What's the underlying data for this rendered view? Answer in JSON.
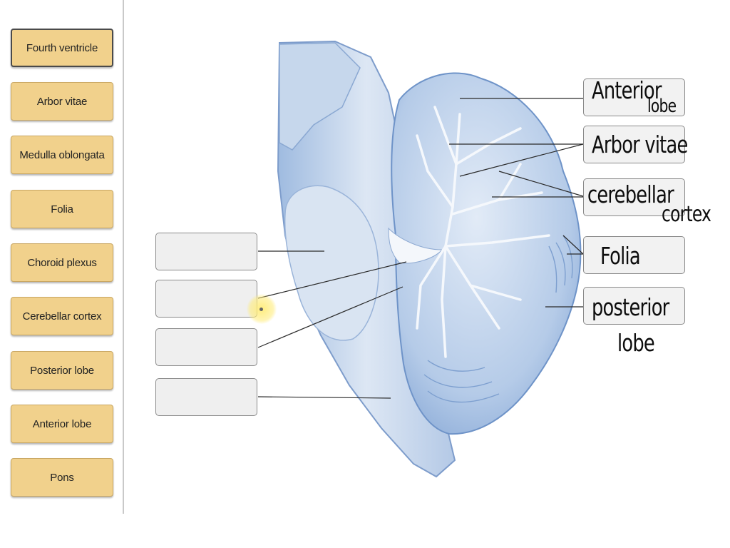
{
  "word_bank": [
    "Fourth ventricle",
    "Arbor vitae",
    "Medulla oblongata",
    "Folia",
    "Choroid plexus",
    "Cerebellar cortex",
    "Posterior lobe",
    "Anterior lobe",
    "Pons"
  ],
  "annotations": {
    "anterior_1": "Anterior",
    "anterior_2": "lobe",
    "arbor": "Arbor vitae",
    "cerebellar_1": "cerebellar",
    "cerebellar_2": "cortex",
    "folia": "Folia",
    "posterior_1": "posterior",
    "posterior_2": "lobe"
  },
  "colors": {
    "tissue": "#cddcef",
    "tissue_dark": "#5f86bf",
    "term_fill": "#f1d18c"
  }
}
